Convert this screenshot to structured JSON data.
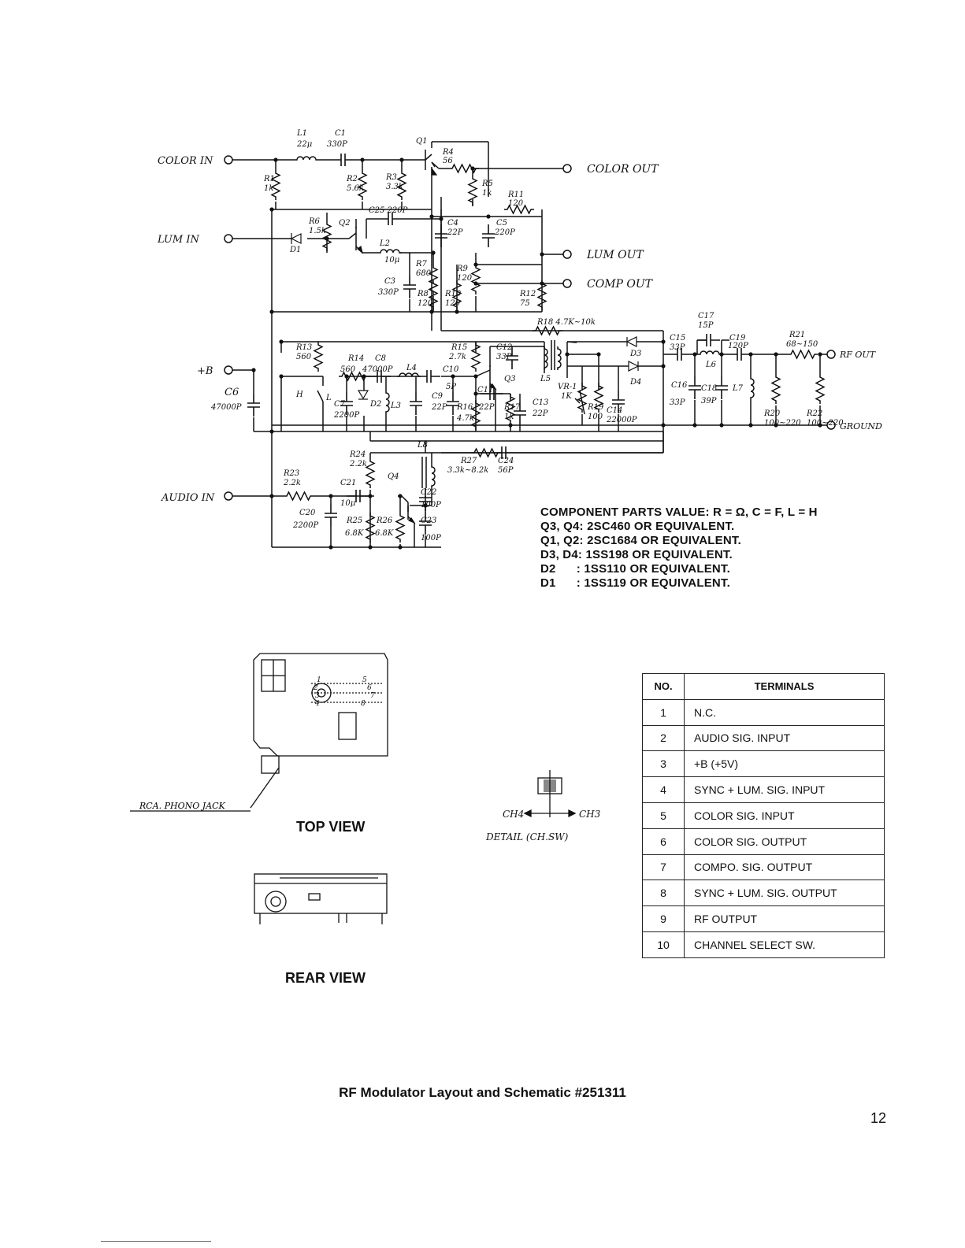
{
  "schematic": {
    "ports": {
      "color_in": "COLOR IN",
      "lum_in": "LUM IN",
      "b_plus": "+B",
      "audio_in": "AUDIO IN",
      "color_out": "COLOR OUT",
      "lum_out": "LUM OUT",
      "comp_out": "COMP OUT",
      "rf_out": "RF OUT",
      "ground": "GROUND"
    },
    "components": {
      "l1": "L1",
      "l1_val": "22μ",
      "c1": "C1",
      "c1_val": "330P",
      "q1": "Q1",
      "q2": "Q2",
      "q3": "Q3",
      "q4": "Q4",
      "r1": "R1",
      "r1_val": "1k",
      "r2": "R2",
      "r2_val": "5.6k",
      "r3": "R3",
      "r3_val": "3.3k",
      "r4": "R4",
      "r4_val": "56",
      "r5": "R5",
      "r5_val": "1k",
      "r11": "R11",
      "r11_val": "120",
      "r6": "R6",
      "r6_val": "1.5k",
      "d1": "D1",
      "c25": "C25 220P",
      "c4": "C4",
      "c4_val": "22P",
      "c5": "C5",
      "c5_val": "220P",
      "l2": "L2",
      "l2_val": "10μ",
      "r7": "R7",
      "r7_val": "680",
      "r9": "R9",
      "r9_val": "120",
      "c3": "C3",
      "c3_val": "330P",
      "r8": "R8",
      "r8_val": "120",
      "r10": "R10",
      "r10_val": "120",
      "r12": "R12",
      "r12_val": "75",
      "r18": "R18 4.7K~10k",
      "c17": "C17",
      "c17_val": "15P",
      "r13": "R13",
      "r13_val": "560",
      "r14": "R14",
      "r14_val": "560",
      "c8": "C8",
      "c8_val": "47000P",
      "l4": "L4",
      "r15": "R15",
      "r15_val": "2.7k",
      "c12": "C12",
      "c12_val": "33P",
      "l5": "L5",
      "d3": "D3",
      "d4": "D4",
      "c15": "C15",
      "c15_val": "33P",
      "c19": "C19",
      "c19_val": "120P",
      "r21": "R21",
      "r21_val": "68~150",
      "l6": "L6",
      "c6": "C6",
      "c6_val": "47000P",
      "h": "H",
      "l": "L",
      "c7": "C7",
      "c7_val": "2200P",
      "d2": "D2",
      "l3": "L3",
      "c9": "C9",
      "c9_val": "22P",
      "c10": "C10",
      "c10_val": "5P",
      "c11": "C11",
      "c11_val": "22P",
      "r16": "R16",
      "r16_val": "4.7k",
      "r17": "R17",
      "r17_val": "1k",
      "c13": "C13",
      "c13_val": "22P",
      "vr1": "VR-1",
      "vr1_val": "1K",
      "r19": "R19",
      "r19_val": "100",
      "c14": "C14",
      "c14_val": "22000P",
      "c16": "C16",
      "c16_val": "33P",
      "c18": "C18",
      "c18_val": "39P",
      "l7": "L7",
      "r20": "R20",
      "r20_val": "100~220",
      "r22": "R22",
      "r22_val": "100~220",
      "l8": "L8",
      "r24": "R24",
      "r24_val": "2.2k",
      "r27": "R27",
      "r27_val": "3.3k~8.2k",
      "c24": "C24",
      "c24_val": "56P",
      "r23": "R23",
      "r23_val": "2.2k",
      "c21": "C21",
      "c21_val": "10μ",
      "c22": "C22",
      "c22_val": "100P",
      "c23": "C23",
      "c23_val": "100P",
      "c20": "C20",
      "c20_val": "2200P",
      "r25": "R25",
      "r25_val": "6.8K",
      "r26": "R26",
      "r26_val": "6.8K"
    }
  },
  "notes": [
    "COMPONENT PARTS VALUE: R = Ω, C = F, L = H",
    "Q3, Q4: 2SC460 OR EQUIVALENT.",
    "Q1, Q2: 2SC1684 OR EQUIVALENT.",
    "D3, D4: 1SS198 OR EQUIVALENT.",
    "D2      : 1SS110 OR EQUIVALENT.",
    "D1      : 1SS119 OR EQUIVALENT."
  ],
  "layout": {
    "rca_label": "RCA. PHONO JACK",
    "top_view": "TOP VIEW",
    "rear_view": "REAR VIEW",
    "detail": {
      "ch4": "CH4",
      "ch3": "CH3",
      "label": "DETAIL (CH.SW)"
    },
    "board_numbers": [
      "1",
      "2",
      "3",
      "4",
      "5",
      "6",
      "7",
      "8"
    ]
  },
  "terminals_table": {
    "headers": [
      "NO.",
      "TERMINALS"
    ],
    "rows": [
      [
        "1",
        "N.C."
      ],
      [
        "2",
        "AUDIO SIG. INPUT"
      ],
      [
        "3",
        "+B (+5V)"
      ],
      [
        "4",
        "SYNC + LUM. SIG. INPUT"
      ],
      [
        "5",
        "COLOR SIG. INPUT"
      ],
      [
        "6",
        "COLOR SIG. OUTPUT"
      ],
      [
        "7",
        "COMPO. SIG. OUTPUT"
      ],
      [
        "8",
        "SYNC + LUM. SIG. OUTPUT"
      ],
      [
        "9",
        "RF OUTPUT"
      ],
      [
        "10",
        "CHANNEL SELECT SW."
      ]
    ]
  },
  "caption": "RF Modulator Layout and Schematic #251311",
  "page_number": "12"
}
